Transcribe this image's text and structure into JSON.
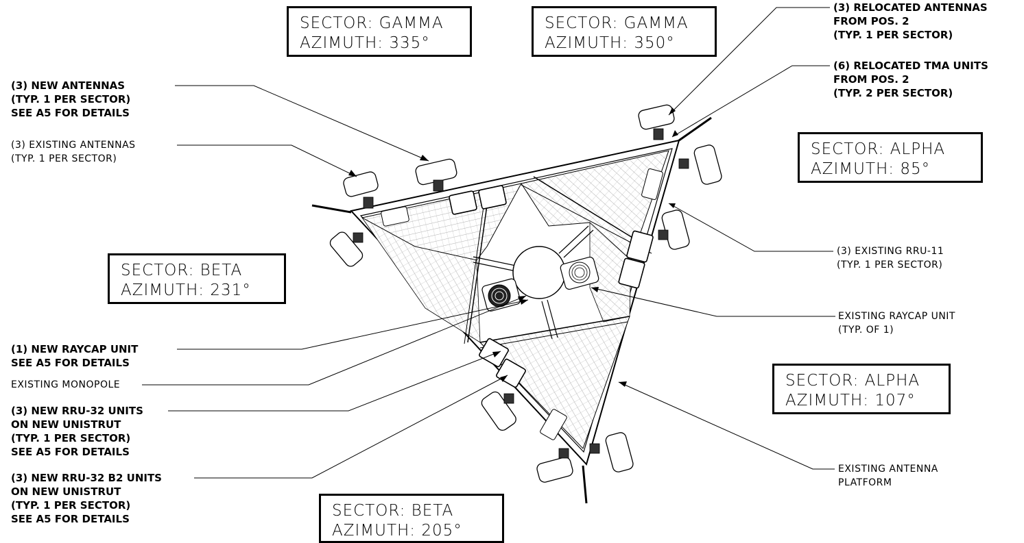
{
  "sectors": [
    {
      "sector": "SECTOR: GAMMA",
      "azimuth": "AZIMUTH: 335°"
    },
    {
      "sector": "SECTOR: GAMMA",
      "azimuth": "AZIMUTH: 350°"
    },
    {
      "sector": "SECTOR: ALPHA",
      "azimuth": "AZIMUTH: 85°"
    },
    {
      "sector": "SECTOR: BETA",
      "azimuth": "AZIMUTH: 231°"
    },
    {
      "sector": "SECTOR: ALPHA",
      "azimuth": "AZIMUTH: 107°"
    },
    {
      "sector": "SECTOR: BETA",
      "azimuth": "AZIMUTH: 205°"
    }
  ],
  "callouts": {
    "new_antennas": [
      "(3) NEW ANTENNAS",
      "(TYP. 1 PER SECTOR)",
      "SEE A5 FOR DETAILS"
    ],
    "existing_antennas": [
      "(3) EXISTING ANTENNAS",
      "(TYP. 1 PER SECTOR)"
    ],
    "relocated_antennas": [
      "(3) RELOCATED ANTENNAS",
      "FROM POS. 2",
      "(TYP. 1 PER SECTOR)"
    ],
    "relocated_tma": [
      "(6) RELOCATED TMA UNITS",
      "FROM POS. 2",
      "(TYP. 2 PER SECTOR)"
    ],
    "existing_rru11": [
      "(3) EXISTING RRU-11",
      "(TYP. 1 PER SECTOR)"
    ],
    "existing_raycap": [
      "EXISTING RAYCAP UNIT",
      "(TYP. OF 1)"
    ],
    "new_raycap": [
      "(1) NEW RAYCAP UNIT",
      "SEE A5 FOR DETAILS"
    ],
    "existing_monopole": [
      "EXISTING MONOPOLE"
    ],
    "new_rru32": [
      "(3) NEW RRU-32 UNITS",
      "ON NEW UNISTRUT",
      "(TYP. 1 PER SECTOR)",
      "SEE A5 FOR DETAILS"
    ],
    "new_rru32_b2": [
      "(3) NEW RRU-32 B2 UNITS",
      "ON NEW UNISTRUT",
      "(TYP. 1 PER SECTOR)",
      "SEE A5 FOR DETAILS"
    ],
    "existing_platform": [
      "EXISTING ANTENNA",
      "PLATFORM"
    ]
  }
}
